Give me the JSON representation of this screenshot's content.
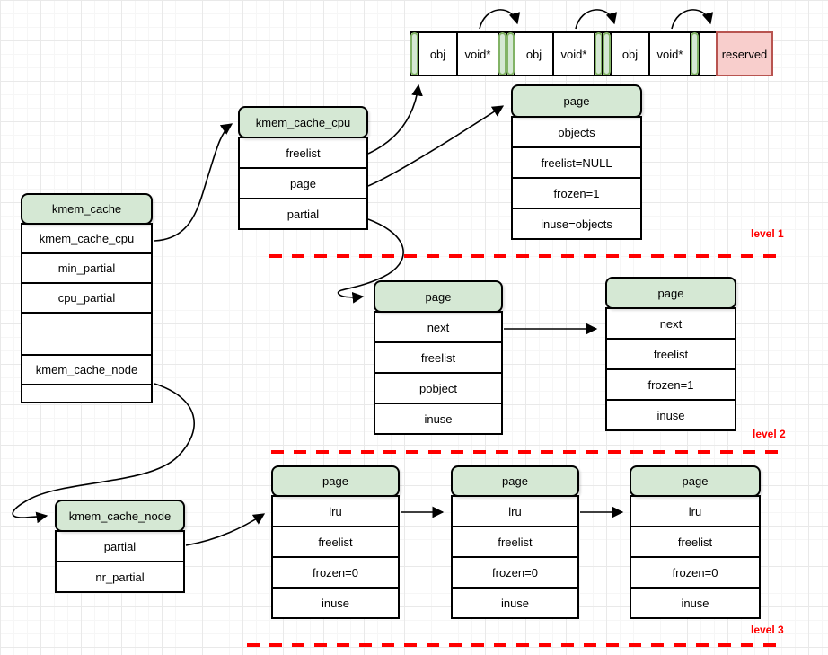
{
  "array": {
    "groups": [
      {
        "obj": "obj",
        "ptr": "void*"
      },
      {
        "obj": "obj",
        "ptr": "void*"
      },
      {
        "obj": "obj",
        "ptr": "void*"
      }
    ],
    "reserved_label": "reserved"
  },
  "boxes": {
    "kmem_cache": {
      "title": "kmem_cache",
      "rows": [
        "kmem_cache_cpu",
        "min_partial",
        "cpu_partial",
        "",
        "kmem_cache_node",
        ""
      ]
    },
    "kmem_cache_cpu": {
      "title": "kmem_cache_cpu",
      "rows": [
        "freelist",
        "page",
        "partial"
      ]
    },
    "page_level1": {
      "title": "page",
      "rows": [
        "objects",
        "freelist=NULL",
        "frozen=1",
        "inuse=objects"
      ]
    },
    "page_level2_first": {
      "title": "page",
      "rows": [
        "next",
        "freelist",
        "pobject",
        "inuse"
      ]
    },
    "page_level2_second": {
      "title": "page",
      "rows": [
        "next",
        "freelist",
        "frozen=1",
        "inuse"
      ]
    },
    "kmem_cache_node": {
      "title": "kmem_cache_node",
      "rows": [
        "partial",
        "nr_partial"
      ]
    },
    "page_level3_first": {
      "title": "page",
      "rows": [
        "lru",
        "freelist",
        "frozen=0",
        "inuse"
      ]
    },
    "page_level3_second": {
      "title": "page",
      "rows": [
        "lru",
        "freelist",
        "frozen=0",
        "inuse"
      ]
    },
    "page_level3_third": {
      "title": "page",
      "rows": [
        "lru",
        "freelist",
        "frozen=0",
        "inuse"
      ]
    }
  },
  "levels": {
    "level1": "level 1",
    "level2": "level 2",
    "level3": "level 3"
  },
  "colors": {
    "node_green_fill": "#d5e8d4",
    "node_green_border": "#82b366",
    "reserved_fill": "#f8cecc",
    "reserved_border": "#b85450",
    "level_marker_red": "#ff0000",
    "wire_black": "#000000"
  }
}
